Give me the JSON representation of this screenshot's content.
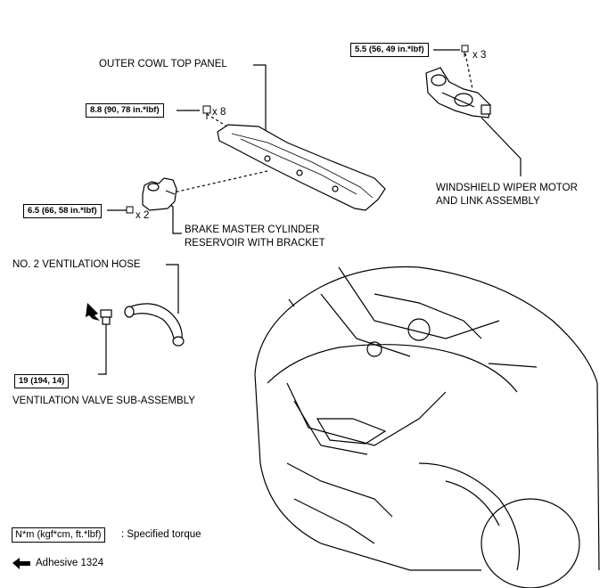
{
  "labels": {
    "outer_cowl": "OUTER COWL TOP PANEL",
    "wiper_line1": "WINDSHIELD WIPER MOTOR",
    "wiper_line2": "AND LINK ASSEMBLY",
    "brake_line1": "BRAKE MASTER CYLINDER",
    "brake_line2": "RESERVOIR WITH BRACKET",
    "vent_hose": "NO. 2 VENTILATION HOSE",
    "vent_valve": "VENTILATION VALVE SUB-ASSEMBLY"
  },
  "torques": {
    "wiper": "5.5 (56, 49 in.*lbf)",
    "cowl": "8.8 (90, 78 in.*lbf)",
    "brake": "6.5 (66, 58 in.*lbf)",
    "valve": "19 (194, 14)"
  },
  "quantities": {
    "wiper": "x 3",
    "cowl": "x 8",
    "brake": "x 2"
  },
  "legend": {
    "torque_unit": "N*m (kgf*cm, ft.*lbf)",
    "torque_text": ": Specified torque",
    "adhesive": "Adhesive 1324"
  }
}
